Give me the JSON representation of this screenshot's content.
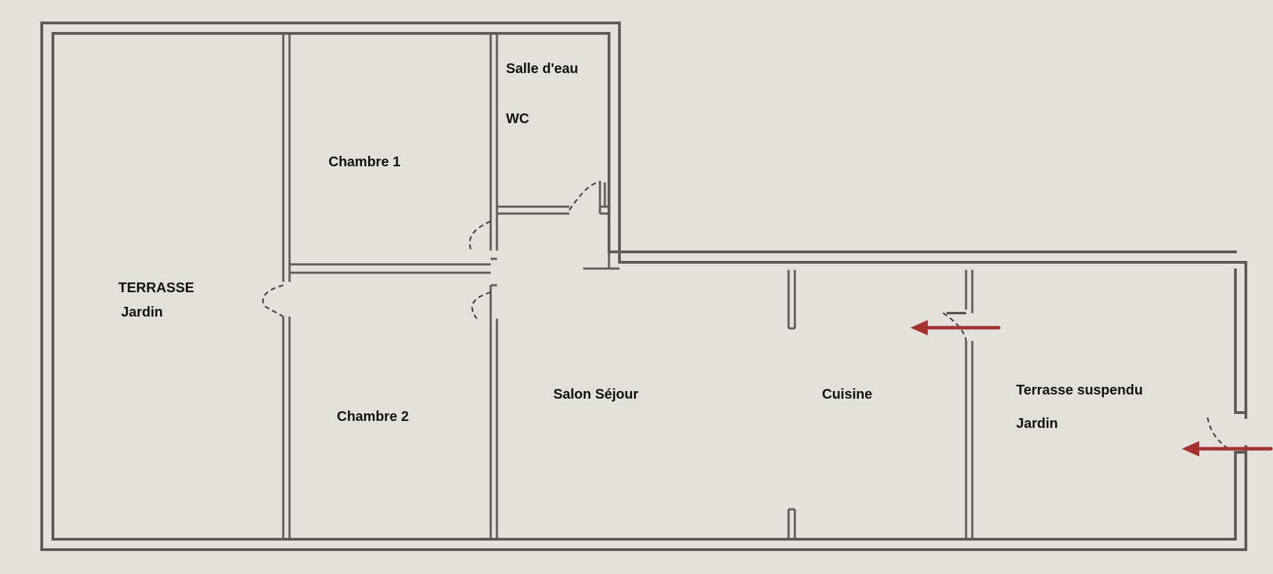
{
  "rooms": {
    "salle_deau": "Salle d'eau",
    "wc": "WC",
    "chambre1": "Chambre 1",
    "chambre2": "Chambre 2",
    "terrasse": "TERRASSE",
    "terrasse_jardin": "Jardin",
    "salon": "Salon Séjour",
    "cuisine": "Cuisine",
    "terrasse_suspendu": "Terrasse suspendu",
    "terrasse_suspendu_jardin": "Jardin"
  },
  "colors": {
    "wall": "#5b5a57",
    "arrow": "#a3312f",
    "background": "#e4e1dc"
  },
  "icons": {
    "entry_arrow": "arrow-left-icon"
  }
}
